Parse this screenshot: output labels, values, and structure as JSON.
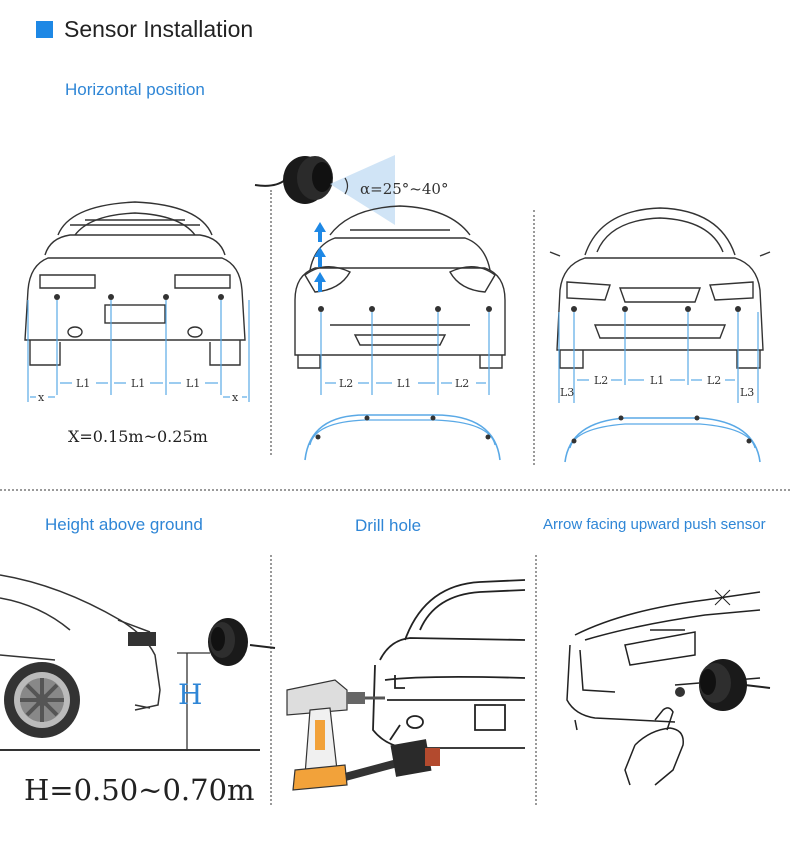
{
  "header": {
    "title": "Sensor Installation",
    "accent": "#1e88e5"
  },
  "horizontal": {
    "label": "Horizontal position",
    "angle_text": "α=25°~40°",
    "x_formula": "X=0.15m~0.25m",
    "rear_dims": [
      "x",
      "L1",
      "L1",
      "L1",
      "x"
    ],
    "front_dims": [
      "L2",
      "L1",
      "L2"
    ],
    "front2_dims": [
      "L3",
      "L2",
      "L1",
      "L2",
      "L3"
    ]
  },
  "height": {
    "label": "Height above ground",
    "h_letter": "H",
    "formula": "H=0.50~0.70m"
  },
  "drill": {
    "label": "Drill hole"
  },
  "push": {
    "label": "Arrow facing upward  push sensor"
  },
  "colors": {
    "label_blue": "#2f86d6",
    "arrow_blue": "#1e88e5",
    "line_blue": "#5aa9e6"
  }
}
